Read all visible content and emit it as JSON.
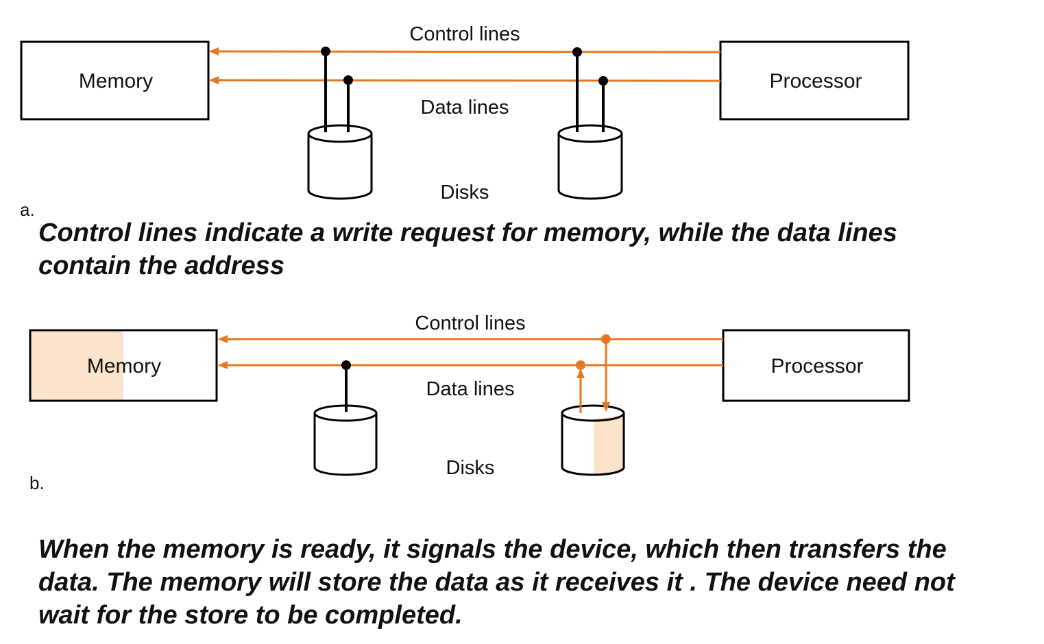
{
  "colors": {
    "bus": "#e87722",
    "highlight": "#fbe3cc",
    "outline": "#000000"
  },
  "panel_a": {
    "tag": "a.",
    "control_lines_label": "Control lines",
    "data_lines_label": "Data lines",
    "disks_label": "Disks",
    "memory_label": "Memory",
    "processor_label": "Processor",
    "caption_line1": "Control lines indicate a write request  for memory, while the data lines",
    "caption_line2": "contain the address"
  },
  "panel_b": {
    "tag": "b.",
    "control_lines_label": "Control lines",
    "data_lines_label": "Data lines",
    "disks_label": "Disks",
    "memory_label": "Memory",
    "processor_label": "Processor",
    "caption_line1": "When the memory is ready, it signals the device, which then transfers the",
    "caption_line2": "data. The memory will store the data as it receives it . The device need not",
    "caption_line3": "wait for the store to be completed."
  }
}
